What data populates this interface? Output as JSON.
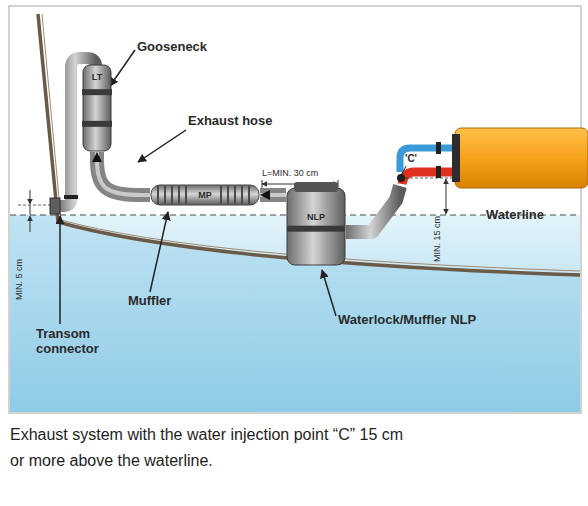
{
  "diagram": {
    "caption": "Exhaust system with the water injection point “C” 15 cm or more above the waterline.",
    "nodes": [
      {
        "text": [
          "LT"
        ]
      },
      {
        "text": [
          "MP"
        ]
      },
      {
        "text": [
          "NLP"
        ]
      }
    ],
    "edges": [
      {
        "from": 2,
        "to": 1,
        "arrow": "to"
      },
      {
        "from": 1,
        "to": 0,
        "arrow": "to"
      }
    ],
    "labels": [
      "Gooseneck",
      "Exhaust hose",
      "L=MIN. 30 cm",
      "'C'",
      "Waterline",
      "MIN. 15 cm",
      "MIN. 5 cm",
      "Muffler",
      "Transom connector",
      "Waterlock/Muffler NLP"
    ]
  }
}
